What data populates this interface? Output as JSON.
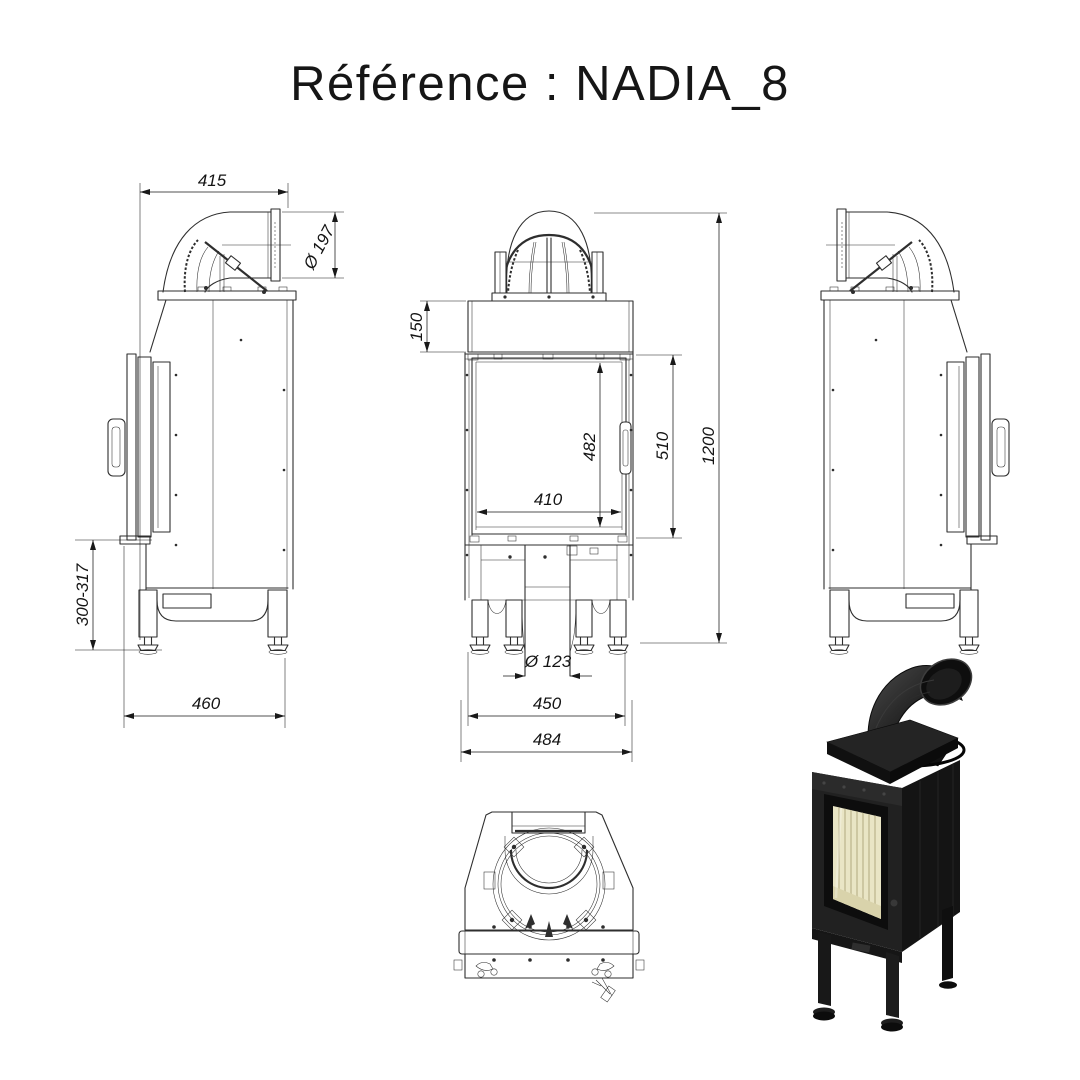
{
  "title": "Référence : NADIA_8",
  "dims": {
    "side": {
      "top_width": "415",
      "flue_diameter": "Ø 197",
      "base_height": "300-317",
      "depth": "460"
    },
    "front": {
      "hood_height": "150",
      "glass_height": "482",
      "firebox_height": "510",
      "total_height": "1200",
      "glass_width": "410",
      "inlet_diameter": "Ø 123",
      "inner_width": "450",
      "total_width": "484"
    }
  }
}
